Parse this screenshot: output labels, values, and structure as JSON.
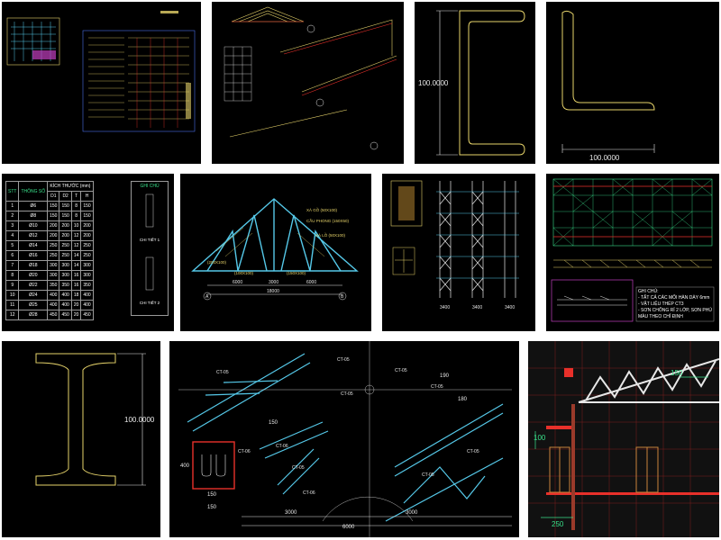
{
  "tiles": {
    "c_channel": {
      "dimension": "100.0000"
    },
    "l_angle": {
      "dimension": "100.0000"
    },
    "i_beam": {
      "dimension": "100.0000"
    },
    "spec_table": {
      "headers": {
        "stt": "STT",
        "param": "THÔNG SỐ",
        "size": "KÍCH THƯỚC (mm)",
        "note": "GHI CHÚ"
      },
      "subheaders": [
        "D1",
        "D2",
        "T",
        "H"
      ],
      "rows": [
        [
          "1",
          "Ø6",
          "150",
          "150",
          "8",
          "150"
        ],
        [
          "2",
          "Ø8",
          "150",
          "150",
          "8",
          "150"
        ],
        [
          "3",
          "Ø10",
          "200",
          "200",
          "10",
          "200"
        ],
        [
          "4",
          "Ø12",
          "200",
          "200",
          "12",
          "200"
        ],
        [
          "5",
          "Ø14",
          "250",
          "250",
          "12",
          "250"
        ],
        [
          "6",
          "Ø16",
          "250",
          "250",
          "14",
          "250"
        ],
        [
          "7",
          "Ø18",
          "300",
          "300",
          "14",
          "300"
        ],
        [
          "8",
          "Ø20",
          "300",
          "300",
          "16",
          "300"
        ],
        [
          "9",
          "Ø22",
          "350",
          "350",
          "16",
          "350"
        ],
        [
          "10",
          "Ø24",
          "400",
          "400",
          "18",
          "400"
        ],
        [
          "11",
          "Ø25",
          "400",
          "400",
          "20",
          "400"
        ],
        [
          "12",
          "Ø28",
          "450",
          "450",
          "20",
          "450"
        ]
      ],
      "details": [
        "CHI TIẾT 1",
        "CHI TIẾT 2"
      ]
    },
    "truss_elevation": {
      "labels": [
        "XÀ GỒ (50X100)",
        "CẦU PHONG (150X50)",
        "XÀ LỒ (50X100)"
      ],
      "members": [
        "(100X100)",
        "(150X100)",
        "(200X100)"
      ],
      "dims": [
        "6000",
        "3000",
        "18000"
      ],
      "axes": [
        "A",
        "B"
      ]
    },
    "frame_grid": {
      "dims": [
        "3400",
        "3400",
        "3400"
      ]
    },
    "notes": {
      "title": "GHI CHÚ:",
      "lines": [
        "- TẤT CẢ CÁC MỐI HÀN DÀY 6mm",
        "- VẬT LIỆU THÉP CT3",
        "- SƠN CHỐNG RỈ 2 LỚP, SƠN PHỦ MÀU THEO CHỈ ĐỊNH"
      ]
    },
    "detail_truss": {
      "tags": [
        "CT-05",
        "CT-05",
        "CT-05",
        "CT-05",
        "CT-05",
        "CT-06",
        "CT-06",
        "CT-05",
        "CT-06",
        "CT-05",
        "CT-05"
      ],
      "dims": [
        "3000",
        "3000",
        "6000",
        "400",
        "150",
        "150",
        "180",
        "190",
        "150"
      ]
    },
    "section_elev": {
      "dims": [
        "150",
        "100",
        "250"
      ]
    }
  },
  "colors": {
    "background": "#000000",
    "cad_yellow": "#e6d36a",
    "cad_cyan": "#55c8e8",
    "cad_red": "#e8302a",
    "cad_green": "#39e08a"
  }
}
